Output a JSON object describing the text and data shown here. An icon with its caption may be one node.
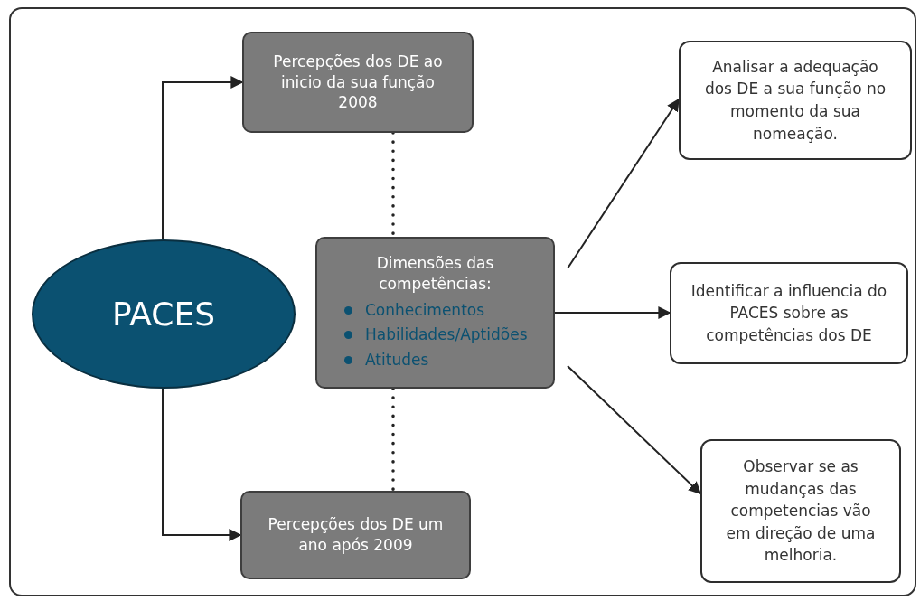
{
  "diagram": {
    "nodes": [
      {
        "text": [
          "PACES"
        ]
      },
      {
        "text": [
          "Percepções dos DE ao inicio da sua função 2008"
        ]
      },
      {
        "text": [
          "Dimensões das competências:",
          "Conhecimentos",
          "Habilidades/Aptidões",
          "Atitudes"
        ]
      },
      {
        "text": [
          "Percepções dos DE um ano após 2009"
        ]
      },
      {
        "text": [
          "Analisar a adequação dos DE a sua função no momento da sua nomeação."
        ]
      },
      {
        "text": [
          "Identificar a influencia do PACES sobre as competências dos DE"
        ]
      },
      {
        "text": [
          "Observar se as mudanças das competencias vão em direção de uma melhoria."
        ]
      }
    ],
    "edges": [
      {
        "from": 0,
        "to": 1,
        "arrow": "to"
      },
      {
        "from": 0,
        "to": 3,
        "arrow": "to"
      },
      {
        "from": 1,
        "to": 2,
        "arrow": "none",
        "style": "dashed"
      },
      {
        "from": 2,
        "to": 3,
        "arrow": "none",
        "style": "dashed"
      },
      {
        "from": 2,
        "to": 4,
        "arrow": "to"
      },
      {
        "from": 2,
        "to": 5,
        "arrow": "to"
      },
      {
        "from": 2,
        "to": 6,
        "arrow": "to"
      }
    ]
  }
}
